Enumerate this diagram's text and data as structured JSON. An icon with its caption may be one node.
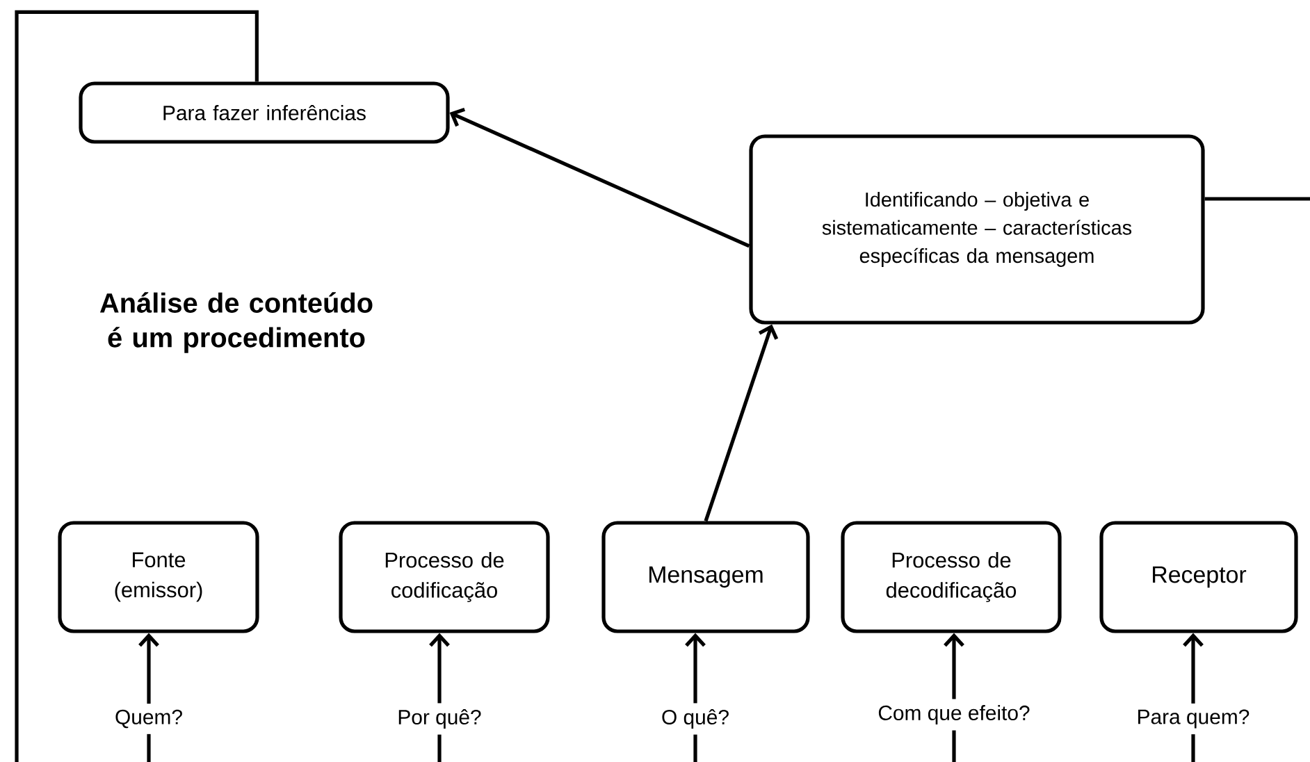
{
  "diagram": {
    "title": "Análise de conteúdo é um procedimento",
    "nodes": [
      {
        "text": [
          "Para fazer inferências"
        ]
      },
      {
        "text": [
          "Identificando – objetiva e sistematicamente – características específicas da mensagem"
        ]
      },
      {
        "text": [
          "Fonte (emissor)"
        ]
      },
      {
        "text": [
          "Processo de codificação"
        ]
      },
      {
        "text": [
          "Mensagem"
        ]
      },
      {
        "text": [
          "Processo de decodificação"
        ]
      },
      {
        "text": [
          "Receptor"
        ]
      },
      {
        "text": [
          "Quem?"
        ]
      },
      {
        "text": [
          "Por quê?"
        ]
      },
      {
        "text": [
          "O quê?"
        ]
      },
      {
        "text": [
          "Com que efeito?"
        ]
      },
      {
        "text": [
          "Para quem?"
        ]
      }
    ],
    "edges": [
      {
        "from": null,
        "to": 0,
        "arrow": "none"
      },
      {
        "from": 1,
        "to": 0,
        "arrow": "to"
      },
      {
        "from": 4,
        "to": 1,
        "arrow": "to"
      },
      {
        "from": 1,
        "to": null,
        "arrow": "none"
      },
      {
        "from": 7,
        "to": 2,
        "arrow": "to"
      },
      {
        "from": 8,
        "to": 3,
        "arrow": "to"
      },
      {
        "from": 9,
        "to": 4,
        "arrow": "to"
      },
      {
        "from": 10,
        "to": 5,
        "arrow": "to"
      },
      {
        "from": 11,
        "to": 6,
        "arrow": "to"
      },
      {
        "from": 7,
        "to": null,
        "arrow": "none"
      },
      {
        "from": 8,
        "to": null,
        "arrow": "none"
      },
      {
        "from": 9,
        "to": null,
        "arrow": "none"
      },
      {
        "from": 10,
        "to": null,
        "arrow": "none"
      },
      {
        "from": 11,
        "to": null,
        "arrow": "none"
      }
    ]
  }
}
